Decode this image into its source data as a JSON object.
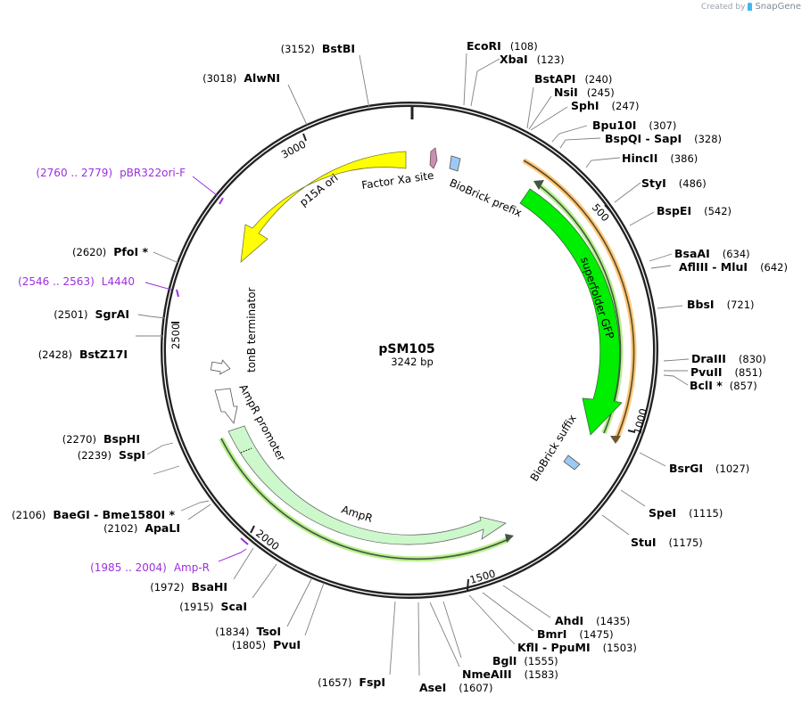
{
  "watermark": {
    "prefix": "Created by",
    "brand": "SnapGene"
  },
  "plasmid": {
    "name": "pSM105",
    "length_label": "3242 bp",
    "length": 3242
  },
  "ticks": [
    {
      "label": "500",
      "pos": 500
    },
    {
      "label": "1000",
      "pos": 1000
    },
    {
      "label": "1500",
      "pos": 1500
    },
    {
      "label": "2000",
      "pos": 2000
    },
    {
      "label": "2500",
      "pos": 2500
    },
    {
      "label": "3000",
      "pos": 3000
    }
  ],
  "enzymes": [
    {
      "name": "EcoRI",
      "pos": "(108)"
    },
    {
      "name": "XbaI",
      "pos": "(123)"
    },
    {
      "name": "BstAPI",
      "pos": "(240)"
    },
    {
      "name": "NsiI",
      "pos": "(245)"
    },
    {
      "name": "SphI",
      "pos": "(247)"
    },
    {
      "name": "Bpu10I",
      "pos": "(307)"
    },
    {
      "name": "BspQI - SapI",
      "pos": "(328)"
    },
    {
      "name": "HincII",
      "pos": "(386)"
    },
    {
      "name": "StyI",
      "pos": "(486)"
    },
    {
      "name": "BspEI",
      "pos": "(542)"
    },
    {
      "name": "BsaAI",
      "pos": "(634)"
    },
    {
      "name": "AflIII - MluI",
      "pos": "(642)"
    },
    {
      "name": "BbsI",
      "pos": "(721)"
    },
    {
      "name": "DraIII",
      "pos": "(830)"
    },
    {
      "name": "PvuII",
      "pos": "(851)"
    },
    {
      "name": "BclI *",
      "pos": "(857)"
    },
    {
      "name": "BsrGI",
      "pos": "(1027)"
    },
    {
      "name": "SpeI",
      "pos": "(1115)"
    },
    {
      "name": "StuI",
      "pos": "(1175)"
    },
    {
      "name": "AhdI",
      "pos": "(1435)"
    },
    {
      "name": "BmrI",
      "pos": "(1475)"
    },
    {
      "name": "KflI - PpuMI",
      "pos": "(1503)"
    },
    {
      "name": "BglI",
      "pos": "(1555)"
    },
    {
      "name": "NmeAIII",
      "pos": "(1583)"
    },
    {
      "name": "AseI",
      "pos": "(1607)"
    },
    {
      "name": "FspI",
      "pos": "(1657)"
    },
    {
      "name": "PvuI",
      "pos": "(1805)"
    },
    {
      "name": "TsoI",
      "pos": "(1834)"
    },
    {
      "name": "ScaI",
      "pos": "(1915)"
    },
    {
      "name": "BsaHI",
      "pos": "(1972)"
    },
    {
      "name": "ApaLI",
      "pos": "(2102)"
    },
    {
      "name": "BaeGI - Bme1580I *",
      "pos": "(2106)"
    },
    {
      "name": "SspI",
      "pos": "(2239)"
    },
    {
      "name": "BspHI",
      "pos": "(2270)"
    },
    {
      "name": "BstZ17I",
      "pos": "(2428)"
    },
    {
      "name": "SgrAI",
      "pos": "(2501)"
    },
    {
      "name": "PfoI *",
      "pos": "(2620)"
    },
    {
      "name": "AlwNI",
      "pos": "(3018)"
    },
    {
      "name": "BstBI",
      "pos": "(3152)"
    }
  ],
  "primers": [
    {
      "name": "pBR322ori-F",
      "range": "(2760 .. 2779)"
    },
    {
      "name": "L4440",
      "range": "(2546 .. 2563)"
    },
    {
      "name": "Amp-R",
      "range": "(1985 .. 2004)"
    }
  ],
  "features": [
    {
      "name": "p15A ori",
      "color": "#ffff00",
      "direction": "reverse"
    },
    {
      "name": "Factor Xa site",
      "color": "#c98fb0"
    },
    {
      "name": "BioBrick prefix",
      "color": "#9ccaf7"
    },
    {
      "name": "superfolder GFP",
      "color": "#00ee00",
      "direction": "forward"
    },
    {
      "name": "BioBrick suffix",
      "color": "#9ccaf7"
    },
    {
      "name": "AmpR",
      "color": "#ccf8cc",
      "direction": "forward"
    },
    {
      "name": "AmpR promoter",
      "color": "#ffffff",
      "direction": "forward"
    },
    {
      "name": "tonB terminator",
      "color": "#ffffff",
      "direction": "forward"
    }
  ],
  "colors": {
    "backbone": "#222222",
    "primer": "#9d2fe0",
    "orf_highlight_orange": "#ffc879",
    "orf_highlight_green": "#b8f08c"
  }
}
